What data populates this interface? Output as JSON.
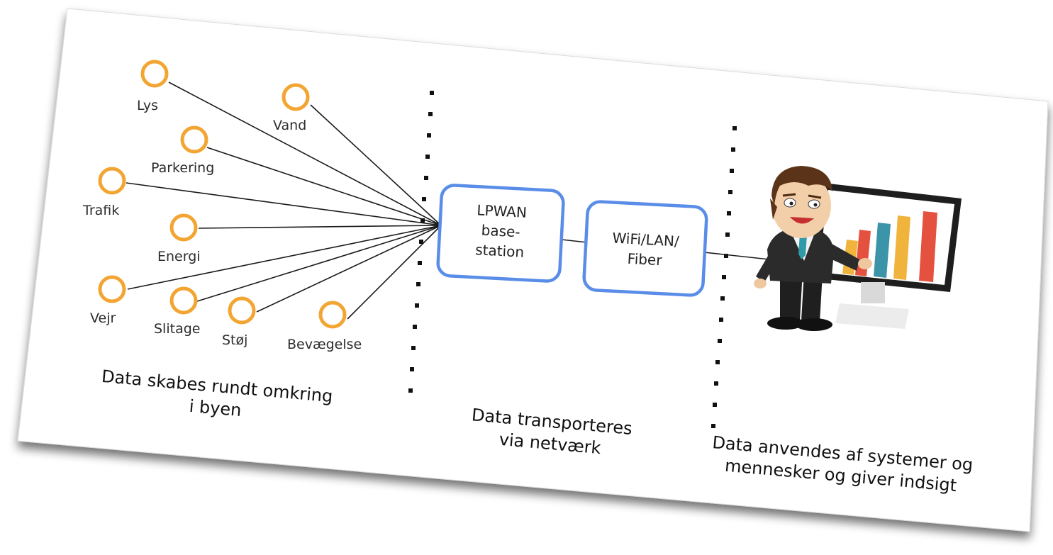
{
  "sensors": [
    {
      "label": "Lys"
    },
    {
      "label": "Vand"
    },
    {
      "label": "Parkering"
    },
    {
      "label": "Trafik"
    },
    {
      "label": "Energi"
    },
    {
      "label": "Vejr"
    },
    {
      "label": "Slitage"
    },
    {
      "label": "Støj"
    },
    {
      "label": "Bevægelse"
    }
  ],
  "nodes": {
    "lpwan": {
      "line1": "LPWAN",
      "line2": "base-",
      "line3": "station"
    },
    "wifi": {
      "line1": "WiFi/LAN/",
      "line2": "Fiber"
    }
  },
  "captions": {
    "create": {
      "line1": "Data skabes rundt omkring",
      "line2": "i byen"
    },
    "transport": {
      "line1": "Data transporteres",
      "line2": "via netværk"
    },
    "use": {
      "line1": "Data anvendes af systemer og",
      "line2": "mennesker og giver indsigt"
    }
  },
  "colors": {
    "sensor": "#f3a533",
    "box_border": "#5a8de8",
    "bars": [
      "#f0b43c",
      "#e5513f",
      "#3c94a8",
      "#f0b43c",
      "#e5513f"
    ]
  },
  "icons": [
    "sensor-icon",
    "businessman-presenter-icon",
    "monitor-bar-chart-icon"
  ]
}
